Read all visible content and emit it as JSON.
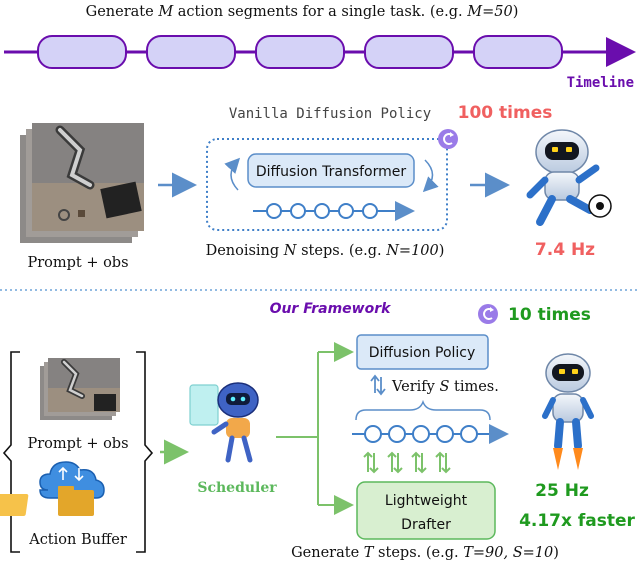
{
  "top": {
    "caption_prefix": "Generate ",
    "caption_var": "M",
    "caption_suffix": " action segments for a single task. (e.g. ",
    "caption_example": "M=50",
    "caption_close": ")",
    "timeline_label": "Timeline"
  },
  "vanilla": {
    "title": "Vanilla Diffusion Policy",
    "times": "100 times",
    "transformer_label": "Diffusion Transformer",
    "denoise_prefix": "Denoising ",
    "denoise_var": "N",
    "denoise_suffix": " steps.  (e.g. ",
    "denoise_example": "N=100",
    "denoise_close": ")",
    "input_label": "Prompt + obs",
    "rate": "7.4 Hz"
  },
  "framework": {
    "title": "Our Framework",
    "times": "10 times",
    "input_label": "Prompt + obs",
    "buffer_label": "Action Buffer",
    "scheduler_label": "Scheduler",
    "policy_label": "Diffusion Policy",
    "verify_prefix": "Verify ",
    "verify_var": "S",
    "verify_suffix": " times.",
    "drafter_line1": "Lightweight",
    "drafter_line2": "Drafter",
    "generate_prefix": "Generate ",
    "generate_var": "T",
    "generate_suffix": " steps.  (e.g. ",
    "generate_example": "T=90, S=10",
    "generate_close": ")",
    "rate": "25 Hz",
    "speedup": "4.17x faster"
  },
  "colors": {
    "purple": "#6a0dad",
    "segment_fill": "#d4d2f7",
    "blue": "#5b8ec9",
    "blue_box": "#dbe9f8",
    "green": "#5cb85c",
    "green_box": "#d8efd0",
    "red": "#f06060",
    "dark_green": "#1f9a1f",
    "divider": "#6da3d8"
  }
}
